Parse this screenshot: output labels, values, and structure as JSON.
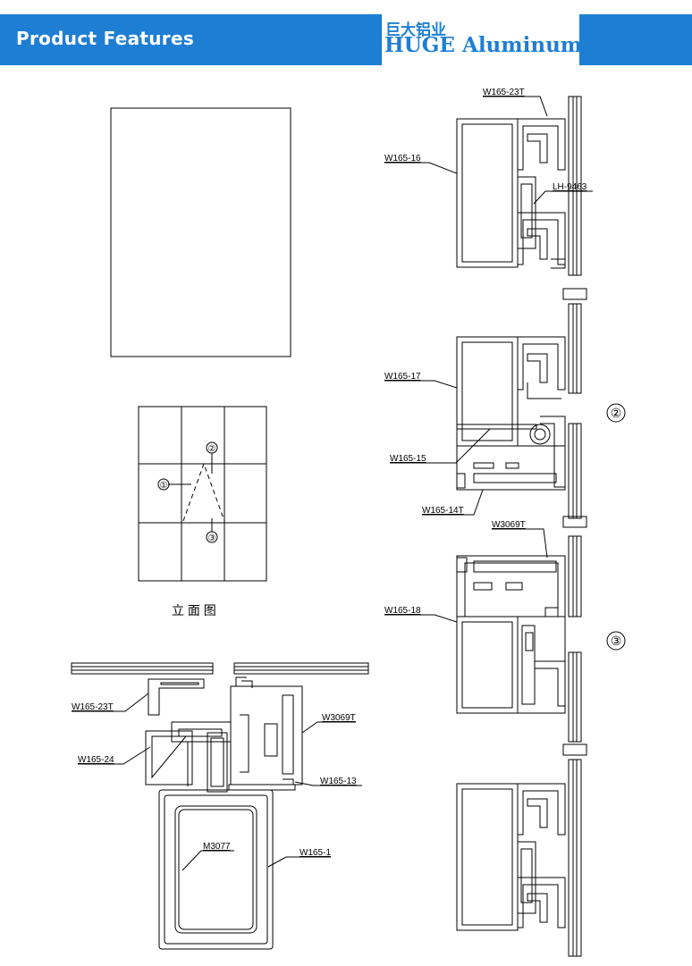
{
  "header": {
    "title": "Product Features",
    "logo_cn": "巨大铝业",
    "logo_en": "HUGE Aluminum",
    "bar_color": "#1e7ed4"
  },
  "elevation": {
    "caption": "立 面 图",
    "markers": [
      "①",
      "②",
      "③"
    ]
  },
  "plan_section": {
    "labels": {
      "w165_23t": "W165-23T",
      "w165_24": "W165-24",
      "w3069t": "W3069T",
      "w165_13": "W165-13",
      "w165_1": "W165-1",
      "m3077": "M3077"
    }
  },
  "vertical_section": {
    "labels": {
      "w165_23t": "W165-23T",
      "w165_16": "W165-16",
      "lh_9463": "LH-9463",
      "w165_17": "W165-17",
      "w165_15": "W165-15",
      "w165_14t": "W165-14T",
      "w3069t": "W3069T",
      "w165_18": "W165-18"
    },
    "markers": [
      "②",
      "③"
    ]
  }
}
